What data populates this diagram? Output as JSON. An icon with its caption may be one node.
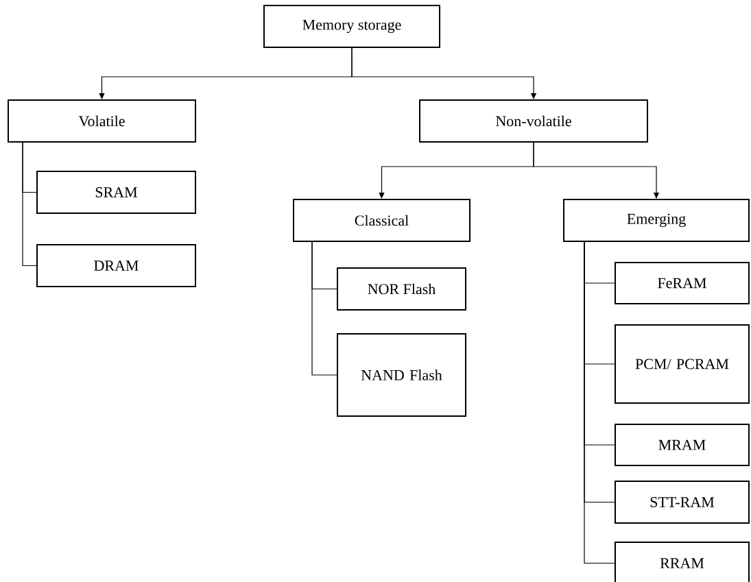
{
  "diagram": {
    "nodes": [
      {
        "text": [
          "Memory storage"
        ]
      },
      {
        "text": [
          "Volatile"
        ]
      },
      {
        "text": [
          "Non-volatile"
        ]
      },
      {
        "text": [
          "SRAM"
        ]
      },
      {
        "text": [
          "DRAM"
        ]
      },
      {
        "text": [
          "Classical"
        ]
      },
      {
        "text": [
          "Emerging"
        ]
      },
      {
        "text": [
          "NOR Flash"
        ]
      },
      {
        "text": [
          "NAND Flash"
        ]
      },
      {
        "text": [
          "FeRAM"
        ]
      },
      {
        "text": [
          "PCM/ PCRAM"
        ]
      },
      {
        "text": [
          "MRAM"
        ]
      },
      {
        "text": [
          "STT-RAM"
        ]
      },
      {
        "text": [
          "RRAM"
        ]
      }
    ],
    "edges": [
      {
        "from": 0,
        "to": 1,
        "arrow": "to"
      },
      {
        "from": 0,
        "to": 2,
        "arrow": "to"
      },
      {
        "from": 1,
        "to": 3,
        "arrow": "none"
      },
      {
        "from": 1,
        "to": 4,
        "arrow": "none"
      },
      {
        "from": 2,
        "to": 5,
        "arrow": "to"
      },
      {
        "from": 2,
        "to": 6,
        "arrow": "to"
      },
      {
        "from": 5,
        "to": 7,
        "arrow": "none"
      },
      {
        "from": 5,
        "to": 8,
        "arrow": "none"
      },
      {
        "from": 6,
        "to": 9,
        "arrow": "none"
      },
      {
        "from": 6,
        "to": 10,
        "arrow": "none"
      },
      {
        "from": 6,
        "to": 11,
        "arrow": "none"
      },
      {
        "from": 6,
        "to": 12,
        "arrow": "none"
      },
      {
        "from": 6,
        "to": 13,
        "arrow": "none"
      }
    ]
  }
}
